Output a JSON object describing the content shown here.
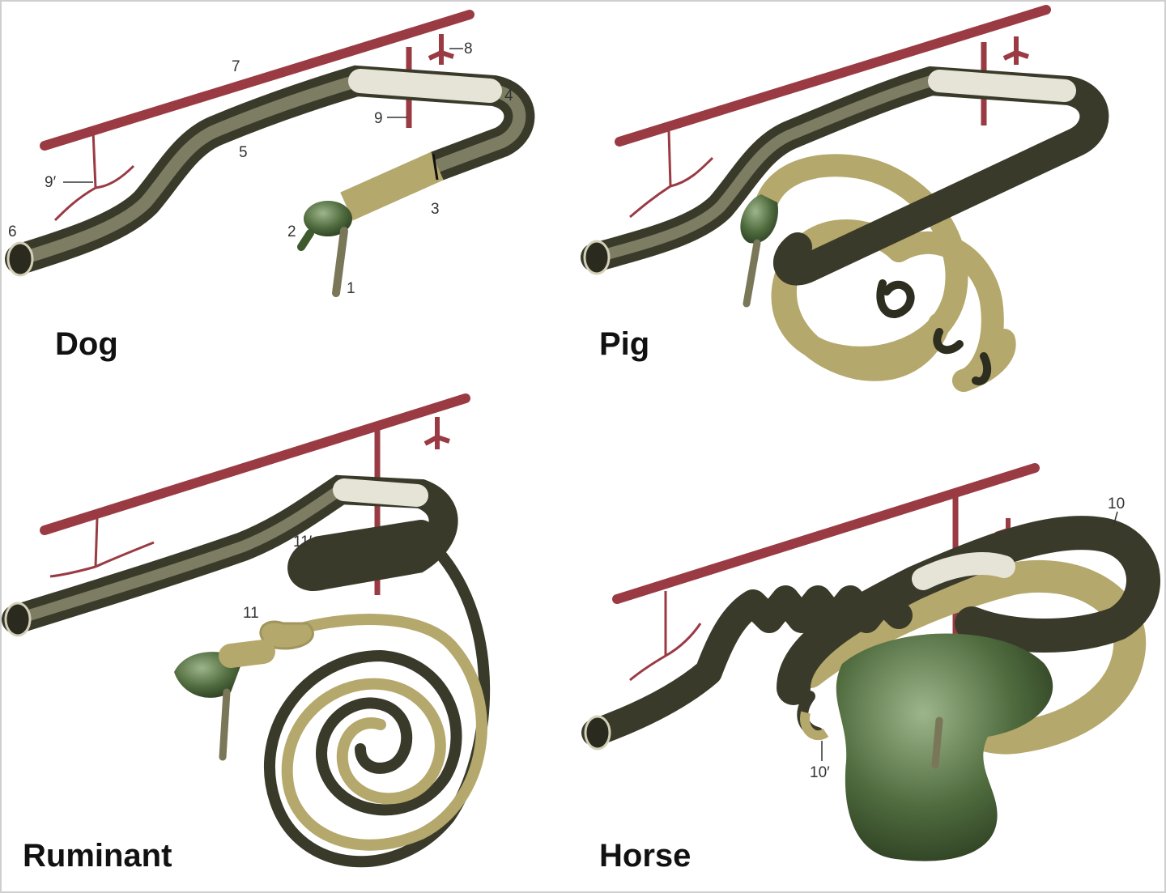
{
  "colors": {
    "artery": "#9a3b44",
    "colon_dark": "#4a4a36",
    "colon_light": "#d8d6c6",
    "intestine_tan": "#b5a86c",
    "cecum_green": "#4f6b3e",
    "frame": "#cfcfcf"
  },
  "panels": [
    {
      "title": "Dog",
      "labels": [
        "1",
        "2",
        "3",
        "4",
        "5",
        "6",
        "7",
        "8",
        "9",
        "9′"
      ]
    },
    {
      "title": "Pig",
      "labels": []
    },
    {
      "title": "Ruminant",
      "labels": [
        "11′",
        "11"
      ]
    },
    {
      "title": "Horse",
      "labels": [
        "10",
        "10′"
      ]
    }
  ]
}
